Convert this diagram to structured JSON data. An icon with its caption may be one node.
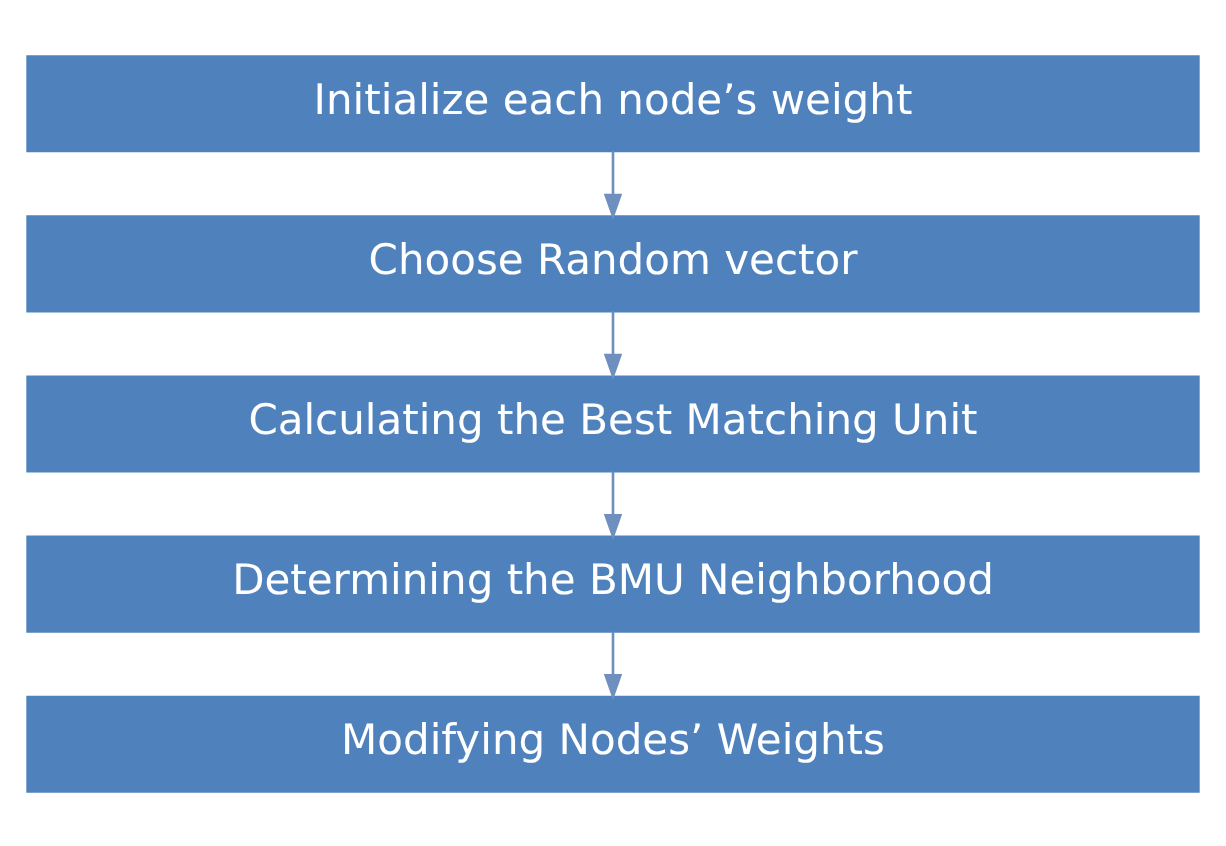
{
  "diagram": {
    "nodes": [
      {
        "text": [
          "Initialize each node’s weight"
        ]
      },
      {
        "text": [
          "Choose Random vector"
        ]
      },
      {
        "text": [
          "Calculating the Best Matching Unit"
        ]
      },
      {
        "text": [
          "Determining the BMU Neighborhood"
        ]
      },
      {
        "text": [
          "Modifying Nodes’ Weights"
        ]
      }
    ],
    "edges": [
      {
        "from": 0,
        "to": 1,
        "arrow": "to"
      },
      {
        "from": 1,
        "to": 2,
        "arrow": "to"
      },
      {
        "from": 2,
        "to": 3,
        "arrow": "to"
      },
      {
        "from": 3,
        "to": 4,
        "arrow": "to"
      }
    ]
  }
}
